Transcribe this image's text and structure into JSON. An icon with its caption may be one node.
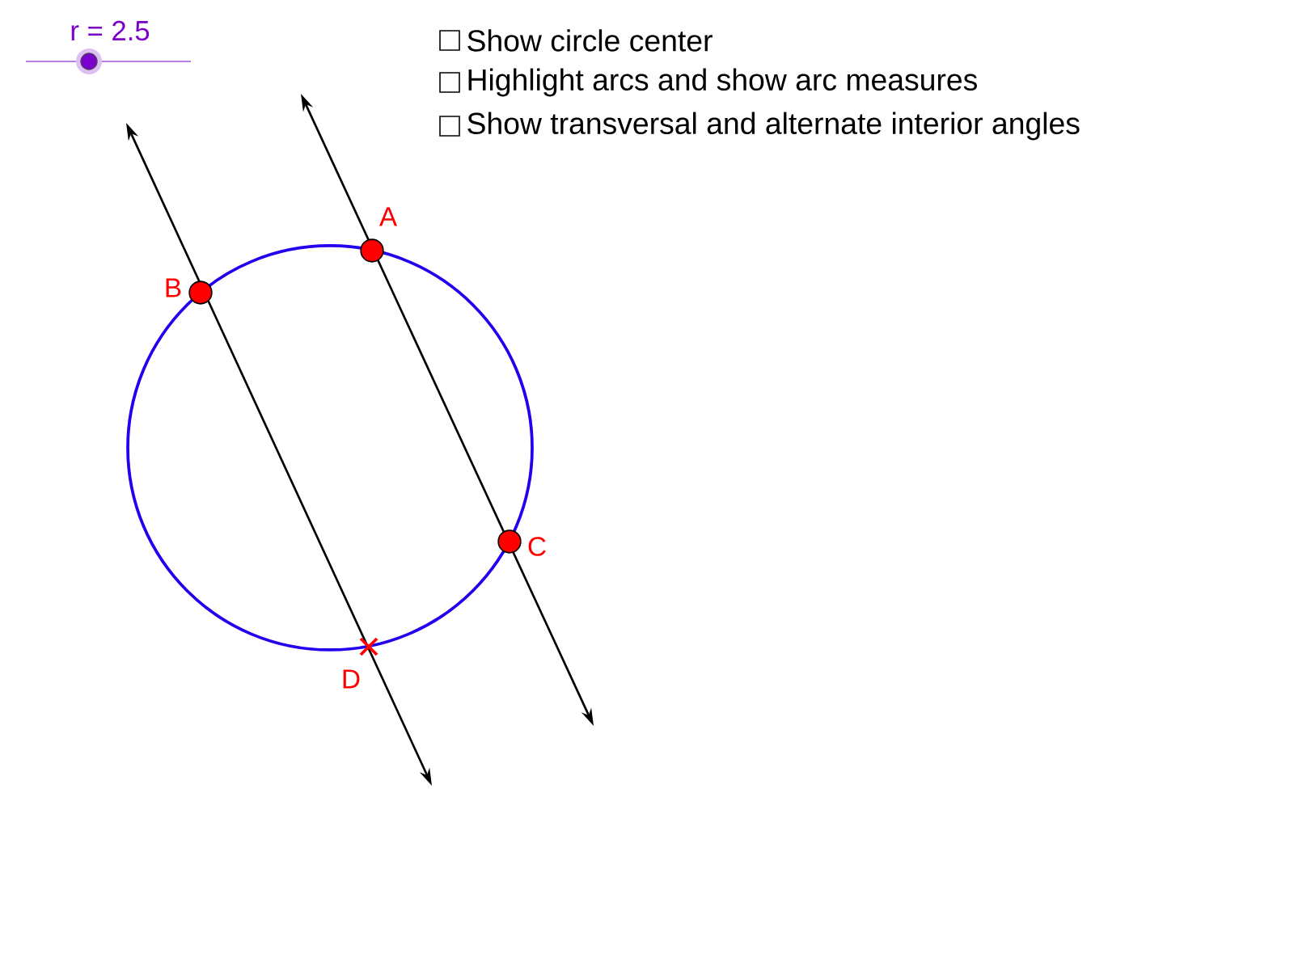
{
  "diagram": {
    "labels": [
      "r = 2.5",
      "Show circle center",
      "Highlight arcs and show arc measures",
      "Show transversal and alternate interior angles",
      "A",
      "B",
      "C",
      "D"
    ]
  }
}
